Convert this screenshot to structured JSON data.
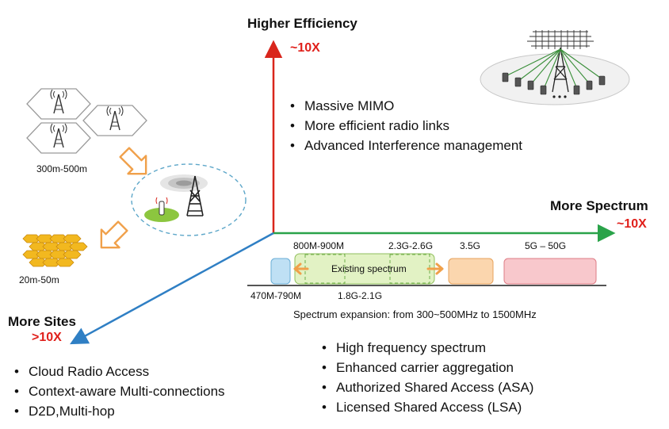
{
  "axes": {
    "efficiency": {
      "title": "Higher Efficiency",
      "multiplier": "~10X",
      "color": "#d9261c"
    },
    "spectrum": {
      "title": "More Spectrum",
      "multiplier": "~10X",
      "color": "#2aa34a"
    },
    "sites": {
      "title": "More Sites",
      "multiplier": ">10X",
      "color": "#2f7fc4"
    }
  },
  "efficiency_points": [
    "Massive MIMO",
    "More efficient radio links",
    "Advanced Interference management"
  ],
  "spectrum_points": [
    "High frequency spectrum",
    "Enhanced carrier aggregation",
    "Authorized Shared Access (ASA)",
    "Licensed Shared Access (LSA)"
  ],
  "sites_points": [
    "Cloud Radio Access",
    "Context-aware Multi-connections",
    "D2D,Multi-hop"
  ],
  "cells": {
    "macro_range": "300m-500m",
    "small_range": "20m-50m"
  },
  "spectrum_bands": {
    "band_a": "800M-900M",
    "band_b": "2.3G-2.6G",
    "band_c": "3.5G",
    "band_d": "5G – 50G",
    "band_e": "470M-790M",
    "band_f": "1.8G-2.1G",
    "existing": "Existing spectrum",
    "caption": "Spectrum expansion: from 300~500MHz to 1500MHz"
  },
  "colors": {
    "cell_outline": "#9a9a9a",
    "small_cell_fill": "#f2b81f",
    "transition_arrow": "#f0a04a",
    "band_low": "#bfe0f4",
    "band_existing": "#e2f2c4",
    "band_mid": "#fbd6ae",
    "band_high": "#f8c8cc"
  }
}
